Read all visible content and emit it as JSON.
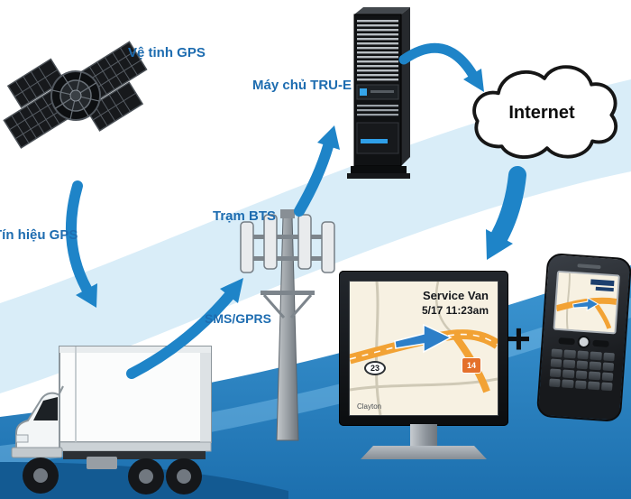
{
  "labels": {
    "gps_satellite": "Vệ tinh GPS",
    "server": "Máy chủ TRU-E",
    "internet": "Internet",
    "gps_signal": "Tín hiệu GPS",
    "bts_station": "Trạm BTS",
    "sms_gprs": "SMS/GPRS",
    "plus_sign": "+"
  },
  "monitor_map": {
    "vehicle_label": "Service Van",
    "timestamp": "5/17 11:23am",
    "route_shield": "14",
    "route_oval": "23",
    "place": "Clayton"
  },
  "icons": {
    "satellite": "gps-satellite-icon",
    "server": "server-tower-icon",
    "internet": "internet-cloud-icon",
    "bts": "bts-tower-icon",
    "vehicle": "delivery-truck-icon",
    "monitor": "tracking-monitor-icon",
    "phone": "mobile-phone-icon"
  },
  "colors": {
    "label_blue": "#1d6cb0",
    "arrow_blue": "#1e84c8",
    "swoosh_blue": "#2f8cc9",
    "band_light_blue": "#d9edf8",
    "road_orange": "#f2a234",
    "shield_orange": "#e4702b"
  }
}
